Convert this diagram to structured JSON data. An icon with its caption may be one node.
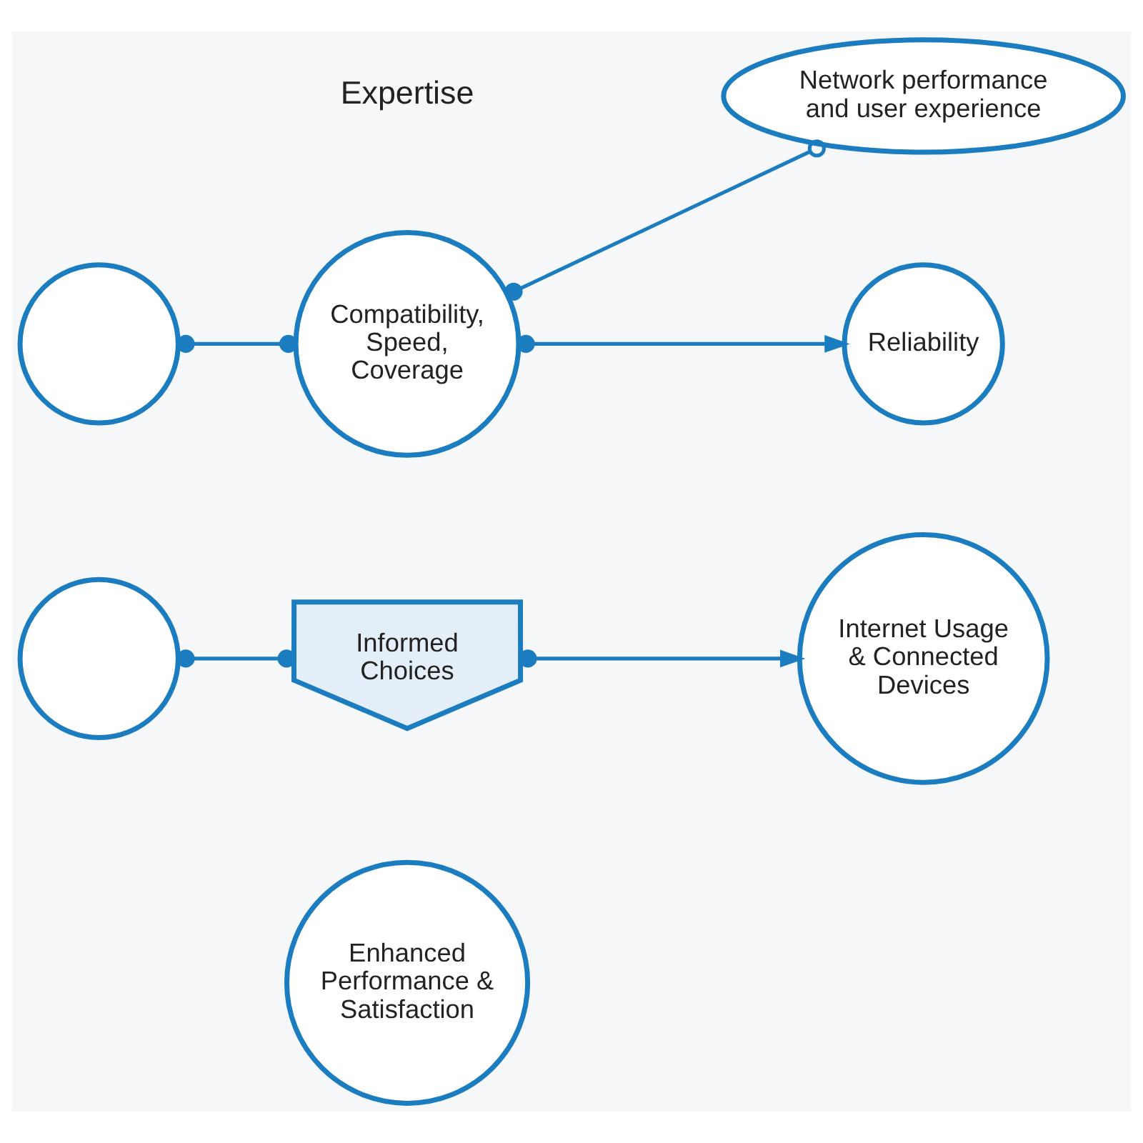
{
  "diagram": {
    "nodes": [
      {
        "text": [
          "Network performance and user experience"
        ]
      },
      {
        "text": [],
        "shape": "circle"
      },
      {
        "text": [
          "Compatibility, Speed, Coverage"
        ]
      },
      {
        "text": [
          "Reliability"
        ]
      },
      {
        "text": [],
        "shape": "circle"
      },
      {
        "text": [
          "Informed Choices"
        ]
      },
      {
        "text": [
          "Internet Usage & Connected Devices"
        ]
      },
      {
        "text": [
          "Enhanced Performance & Satisfaction"
        ]
      }
    ],
    "edges": [
      {
        "from": 2,
        "to": 0,
        "arrow": "other"
      },
      {
        "from": 2,
        "to": 1,
        "arrow": "other"
      },
      {
        "from": 2,
        "to": 3,
        "arrow": "to"
      },
      {
        "from": 4,
        "to": 5,
        "arrow": "other"
      },
      {
        "from": 5,
        "to": 6,
        "arrow": "to"
      }
    ],
    "labels": [
      "Expertise"
    ]
  }
}
